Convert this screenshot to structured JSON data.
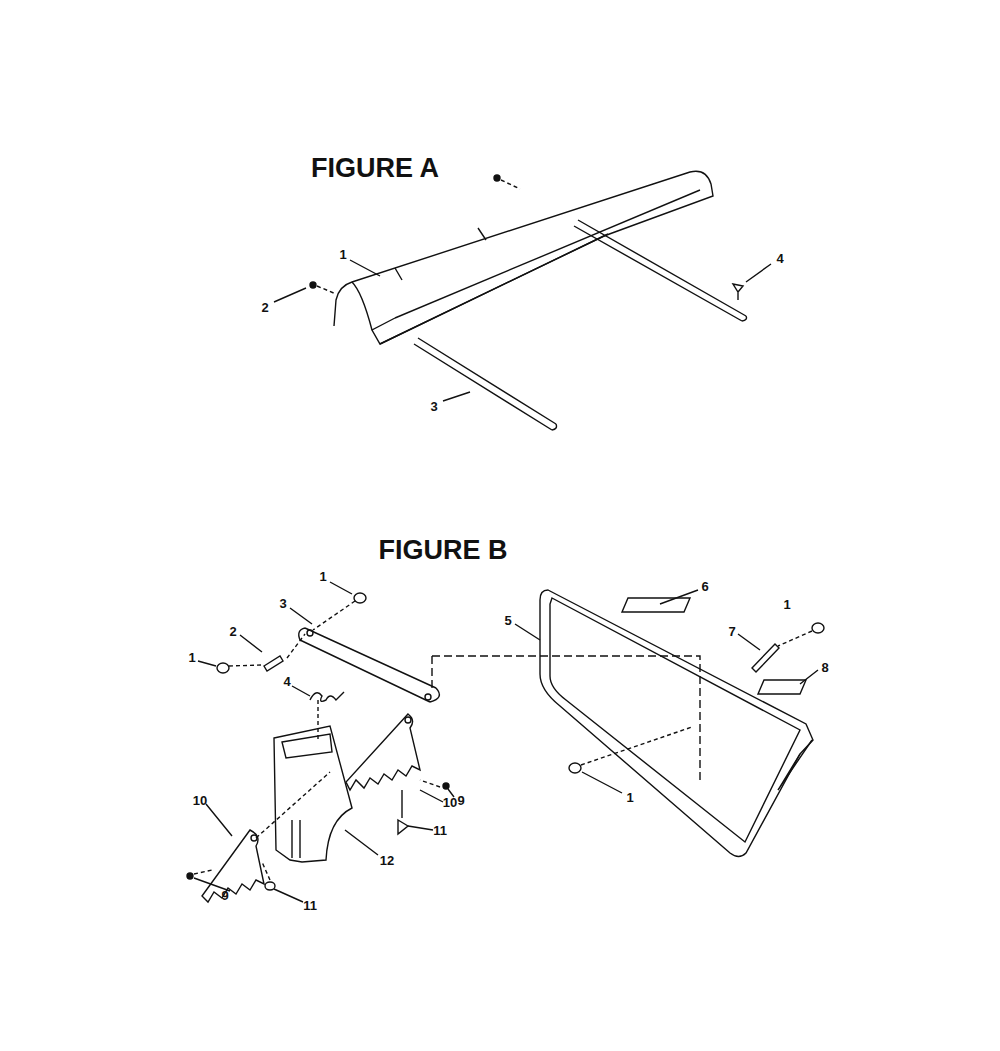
{
  "diagram": {
    "labels": [
      "FIGURE A",
      "4",
      "1",
      "2",
      "3",
      "FIGURE B",
      "1",
      "6",
      "1",
      "3",
      "2",
      "7",
      "5",
      "1",
      "8",
      "4",
      "9",
      "10",
      "10",
      "1",
      "11",
      "12",
      "9",
      "11"
    ]
  }
}
